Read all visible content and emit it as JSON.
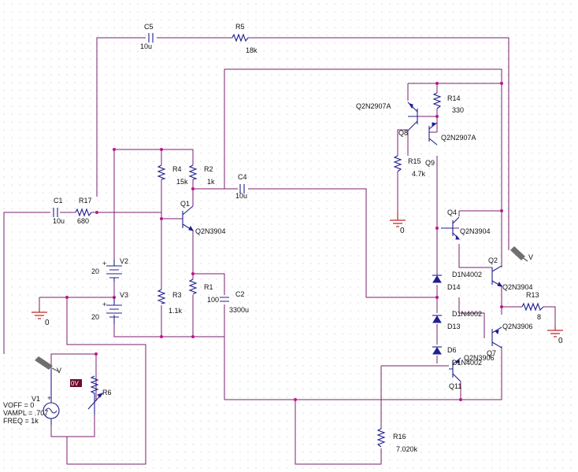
{
  "components": {
    "C5": {
      "ref": "C5",
      "value": "10u"
    },
    "R5": {
      "ref": "R5",
      "value": "18k"
    },
    "R14": {
      "ref": "R14",
      "value": "330"
    },
    "Q8": {
      "ref": "Q8",
      "model": "Q2N2907A"
    },
    "Q9": {
      "ref": "Q9",
      "model": "Q2N2907A"
    },
    "R15": {
      "ref": "R15",
      "value": "4.7k"
    },
    "R4": {
      "ref": "R4",
      "value": "15k"
    },
    "R2": {
      "ref": "R2",
      "value": "1k"
    },
    "C4": {
      "ref": "C4",
      "value": "10u"
    },
    "C1": {
      "ref": "C1",
      "value": "10u"
    },
    "R17": {
      "ref": "R17",
      "value": "680"
    },
    "Q1": {
      "ref": "Q1",
      "model": "Q2N3904"
    },
    "Q4": {
      "ref": "Q4",
      "model": "Q2N3904"
    },
    "V2": {
      "ref": "V2",
      "value": "20"
    },
    "V3": {
      "ref": "V3",
      "value": "20"
    },
    "R1": {
      "ref": "R1",
      "value": "100"
    },
    "C2": {
      "ref": "C2",
      "value": "3300u"
    },
    "R3": {
      "ref": "R3",
      "value": "1.1k"
    },
    "D14": {
      "ref": "D14",
      "model": "D1N4002"
    },
    "D13": {
      "ref": "D13",
      "model": "D1N4002"
    },
    "D6": {
      "ref": "D6",
      "model": "D1N4002"
    },
    "Q2": {
      "ref": "Q2",
      "model": "Q2N3904"
    },
    "Q7": {
      "ref": "Q7",
      "model": "Q2N3906"
    },
    "Q11": {
      "ref": "Q11",
      "model": "Q2N3906"
    },
    "R13": {
      "ref": "R13",
      "value": "8"
    },
    "R6": {
      "ref": "R6"
    },
    "V1": {
      "ref": "V1",
      "voff": "VOFF = 0",
      "vampl": "VAMPL = .707",
      "freq": "FREQ = 1k"
    },
    "R16": {
      "ref": "R16",
      "value": "7.020k"
    }
  },
  "ground_label": "0",
  "probe_label": "V",
  "bias_marker": "0V",
  "colors": {
    "wire": "#7a1f6e",
    "component": "#1f1f8f",
    "junction": "#c0148c",
    "ground": "#c0262a",
    "probe": "#6f6f6f",
    "bias_marker": "#6b0d2a"
  },
  "icons": {
    "ground": "ground-symbol-icon",
    "probe": "voltage-probe-icon"
  }
}
